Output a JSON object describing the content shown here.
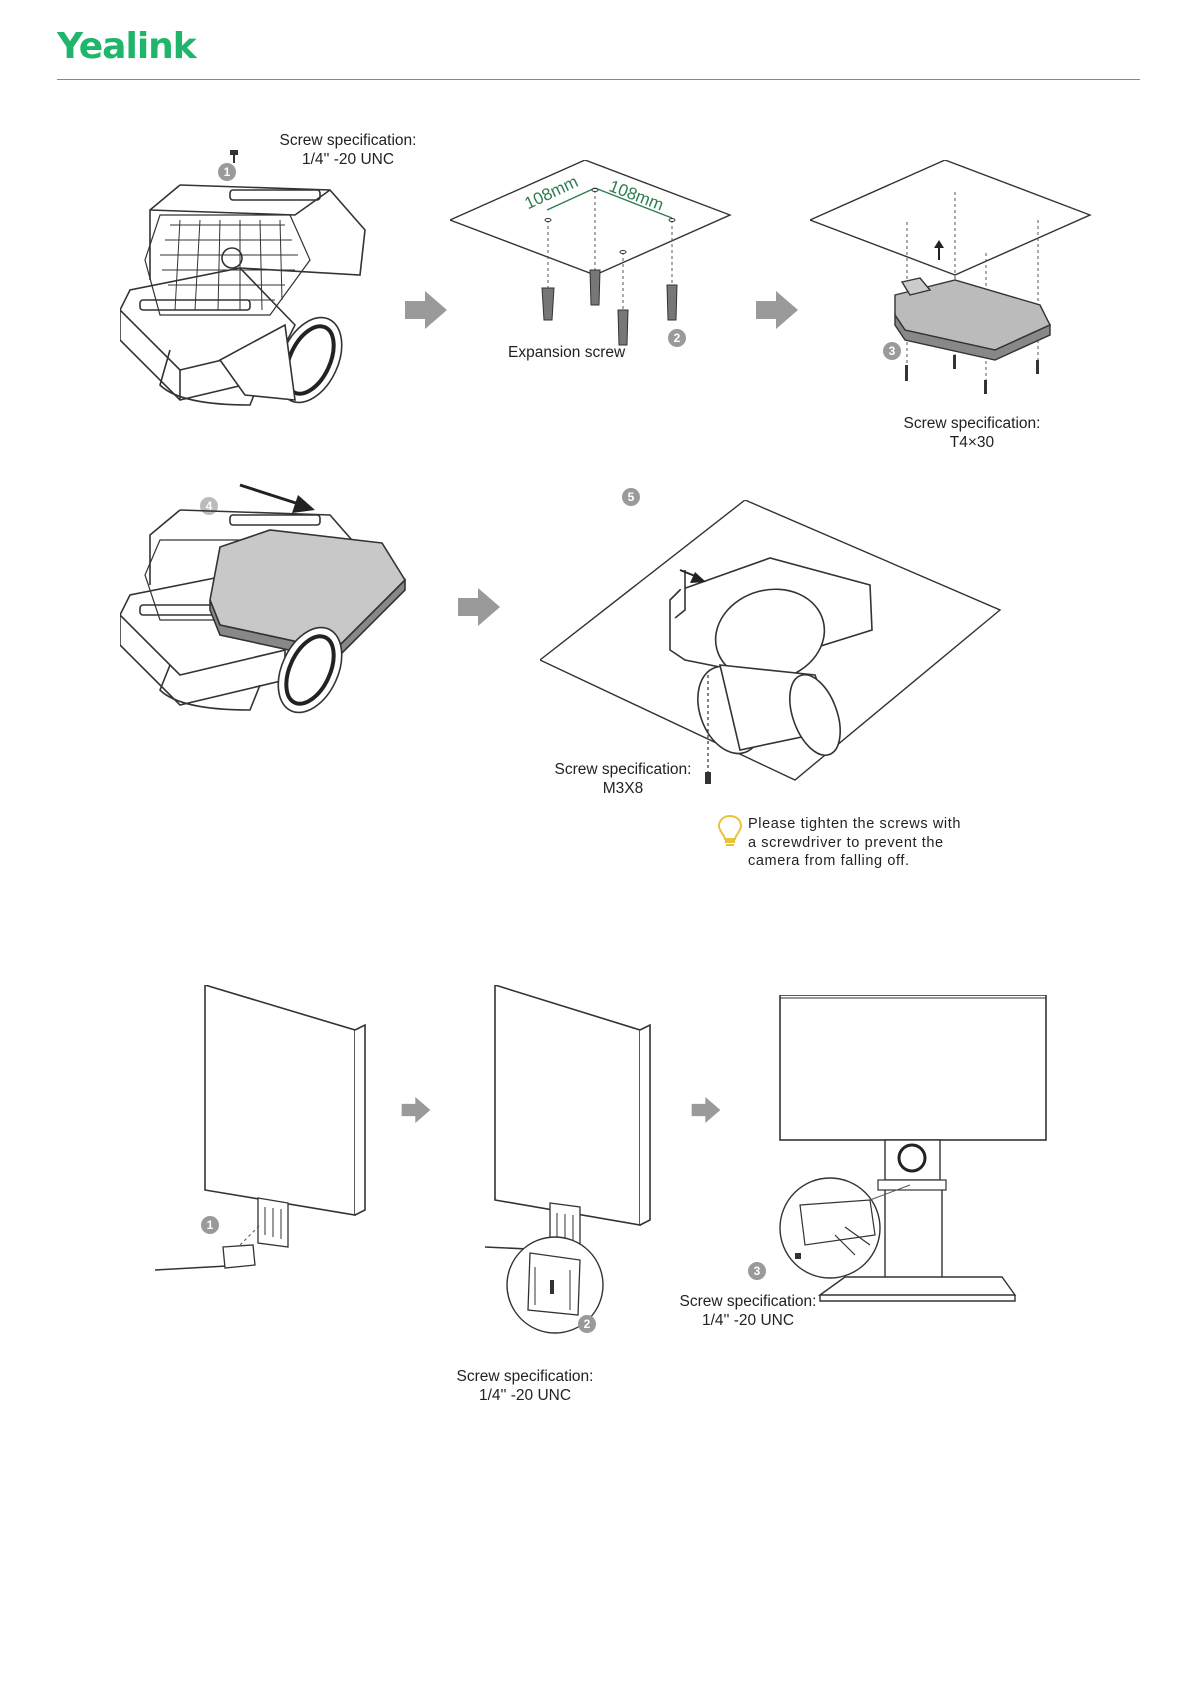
{
  "header": {
    "logo_text": "Yealink",
    "logo_color": "#1fb56a"
  },
  "ceiling_mount": {
    "step1": {
      "badge": "1",
      "spec_line1": "Screw specification:",
      "spec_line2": "1/4'' -20 UNC"
    },
    "step2": {
      "badge": "2",
      "label": "Expansion screw",
      "dim_a": "108mm",
      "dim_b": "108mm"
    },
    "step3": {
      "badge": "3",
      "spec_line1": "Screw specification:",
      "spec_line2": "T4×30"
    },
    "step4": {
      "badge": "4"
    },
    "step5": {
      "badge": "5",
      "spec_line1": "Screw specification:",
      "spec_line2": "M3X8"
    },
    "tip": {
      "line1": "Please tighten the screws with",
      "line2": "a screwdriver to prevent the",
      "line3": "camera from falling off."
    }
  },
  "display_mount": {
    "step1": {
      "badge": "1"
    },
    "step2": {
      "badge": "2",
      "spec_line1": "Screw specification:",
      "spec_line2": "1/4'' -20 UNC"
    },
    "step3": {
      "badge": "3",
      "spec_line1": "Screw specification:",
      "spec_line2": "1/4'' -20 UNC"
    }
  },
  "colors": {
    "arrow": "#9a9a9a",
    "badge": "#9a9a9a",
    "rule": "#888888",
    "dimension_text": "#2e7d4f",
    "tip_bulb": "#e8c33a"
  }
}
